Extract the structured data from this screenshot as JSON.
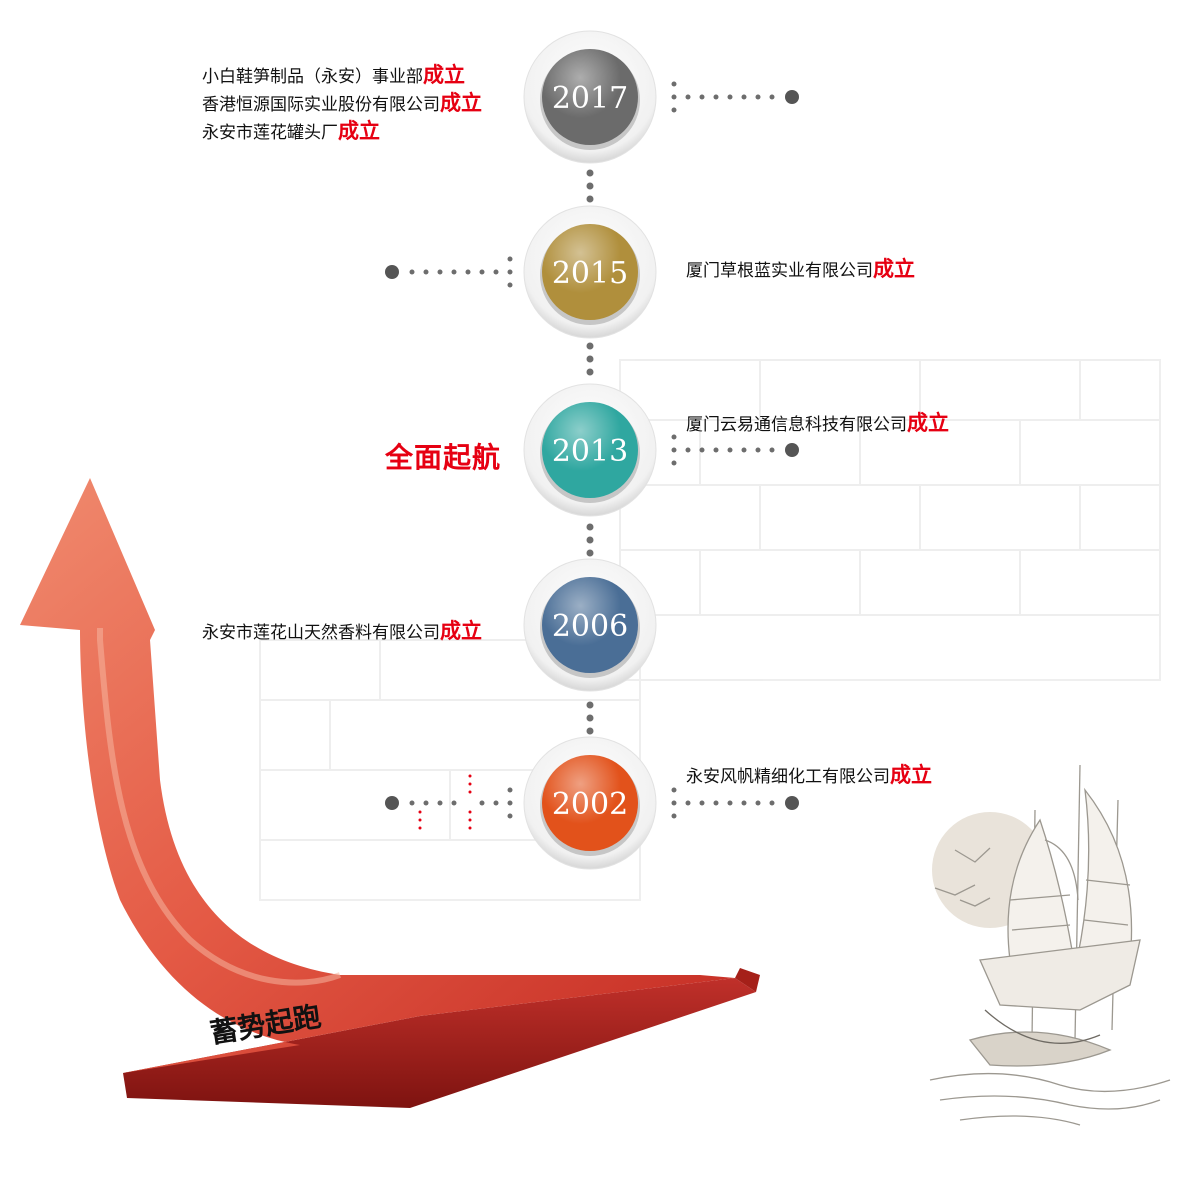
{
  "milestones": [
    {
      "year": "2017",
      "color": "#6b6b6b",
      "lines": [
        {
          "text": "小白鞋笋制品（永安）事业部",
          "highlight": "成立"
        },
        {
          "text": "香港恒源国际实业股份有限公司",
          "highlight": "成立"
        },
        {
          "text": "永安市莲花罐头厂",
          "highlight": "成立"
        }
      ]
    },
    {
      "year": "2015",
      "color": "#b08f3c",
      "lines": [
        {
          "text": "厦门草根蓝实业有限公司",
          "highlight": "成立"
        }
      ]
    },
    {
      "year": "2013",
      "color": "#2fa7a0",
      "lines": [
        {
          "text": "厦门云易通信息科技有限公司",
          "highlight": "成立"
        }
      ]
    },
    {
      "year": "2006",
      "color": "#4a6e96",
      "lines": [
        {
          "text": "永安市莲花山天然香料有限公司",
          "highlight": "成立"
        }
      ]
    },
    {
      "year": "2002",
      "color": "#e2521b",
      "lines": [
        {
          "text": "永安风帆精细化工有限公司",
          "highlight": "成立"
        }
      ]
    }
  ],
  "slogan_top": "全面起航",
  "slogan_bottom": "蓄势起跑",
  "accent_color": "#e60012"
}
